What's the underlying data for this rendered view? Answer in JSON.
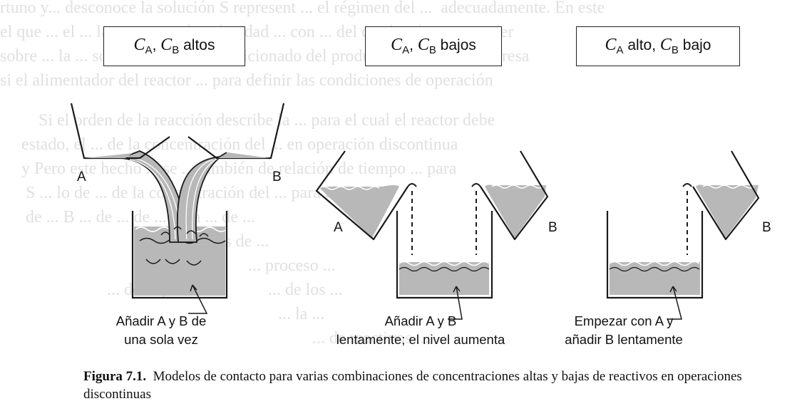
{
  "boxes": [
    {
      "c1": "C",
      "s1": "A",
      "sep": ", ",
      "c2": "C",
      "s2": "B",
      "word": " altos"
    },
    {
      "c1": "C",
      "s1": "A",
      "sep": ", ",
      "c2": "C",
      "s2": "B",
      "word": " bajos"
    },
    {
      "c1": "C",
      "s1": "A",
      "sep": " alto, ",
      "c2": "C",
      "s2": "B",
      "word": " bajo"
    }
  ],
  "letters": {
    "a1": "A",
    "b1": "B",
    "a2": "A",
    "b2": "B",
    "b3": "B"
  },
  "captions": [
    {
      "line1": "Añadir A y B de",
      "line2": "una sola vez"
    },
    {
      "line1": "Añadir A y B",
      "line2": "lentamente; el nivel aumenta"
    },
    {
      "line1": "Empezar con A y",
      "line2": "añadir B lentamente"
    }
  ],
  "figure": {
    "label": "Figura 7.1.",
    "text": "Modelos de contacto para varias combinaciones de concentraciones altas y bajas de reactivos en operaciones discontinuas"
  },
  "colors": {
    "liquid": "#b8b8b8",
    "ink": "#1a1a1a"
  }
}
